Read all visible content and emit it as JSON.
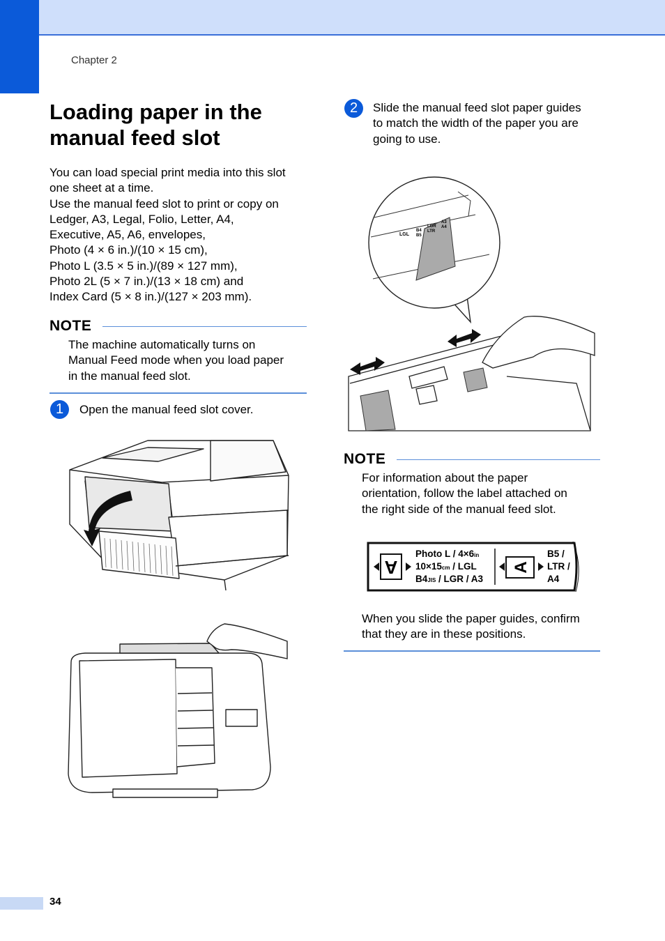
{
  "header": {
    "chapter": "Chapter 2"
  },
  "section": {
    "title": "Loading paper in the manual feed slot"
  },
  "intro": {
    "lines": [
      "You can load special print media into this slot",
      "one sheet at a time.",
      "Use the manual feed slot to print or copy on",
      "Ledger, A3, Legal, Folio, Letter, A4,",
      "Executive, A5, A6, envelopes,",
      "Photo (4 × 6 in.)/(10 × 15 cm),",
      "Photo L (3.5 × 5 in.)/(89 × 127 mm),",
      "Photo 2L (5 × 7 in.)/(13 × 18 cm) and",
      "Index Card (5 × 8 in.)/(127 × 203 mm)."
    ]
  },
  "note1": {
    "title": "NOTE",
    "lines": [
      "The machine automatically turns on",
      "Manual Feed mode when you load paper",
      "in the manual feed slot."
    ]
  },
  "step1": {
    "number": "1",
    "text": "Open the manual feed slot cover."
  },
  "step2": {
    "number": "2",
    "lines": [
      "Slide the manual feed slot paper guides",
      "to match the width of the paper you are",
      "going to use."
    ]
  },
  "guide_figure": {
    "tags": [
      "LGL",
      "B4",
      "B5",
      "LGR",
      "LTR",
      "A3",
      "A4"
    ]
  },
  "note2": {
    "title": "NOTE",
    "lines": [
      "For information about the paper",
      "orientation, follow the label attached on",
      "the right side of the manual feed slot."
    ],
    "after_lines": [
      "When you slide the paper guides, confirm",
      "that they are in these positions."
    ]
  },
  "paper_label": {
    "left_line1": "Photo L / 4×6",
    "left_unit1": "in",
    "left_line2a": "10×15",
    "left_unit2": "cm",
    "left_line2b": " / LGL",
    "left_line3a": "B4",
    "left_unit3": "JIS",
    "left_line3b": " / LGR / A3",
    "right_line1": "B5 /",
    "right_line2": "LTR /",
    "right_line3": "A4",
    "glyph": "A"
  },
  "footer": {
    "page_number": "34"
  }
}
